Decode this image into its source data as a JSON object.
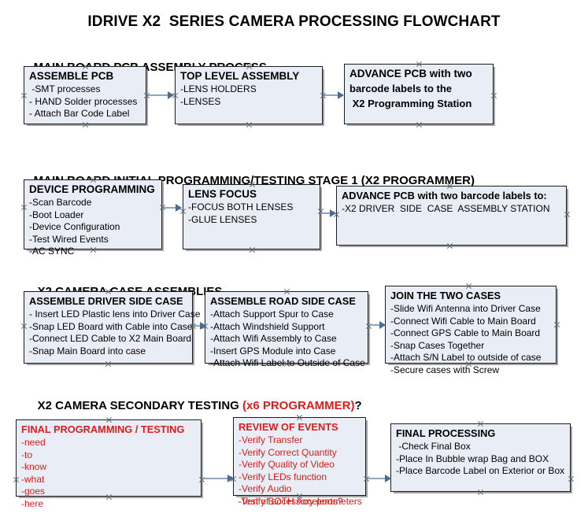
{
  "document": {
    "title": "IDRIVE X2  SERIES CAMERA PROCESSING FLOWCHART"
  },
  "colors": {
    "box_fill": "#e9edf6",
    "box_border": "#1c1c1c",
    "arrow": "#8fa7be",
    "arrow_head": "#4a6c93",
    "accent_red": "#e01b1b",
    "text": "#000000",
    "background": "#ffffff"
  },
  "sections": [
    {
      "heading": "MAIN BOARD PCB ASSEMBLY PROCESS",
      "heading_accent": "",
      "heading_suffix": "",
      "boxes": [
        {
          "title": "ASSEMBLE PCB",
          "lines": [
            " -SMT processes",
            "- HAND Solder processes",
            "- Attach Bar Code Label"
          ]
        },
        {
          "title": "TOP LEVEL ASSEMBLY",
          "lines": [
            "-LENS HOLDERS",
            "-LENSES"
          ]
        },
        {
          "title": "ADVANCE PCB with two",
          "lines": [
            "barcode labels to the",
            " X2 Programming Station"
          ]
        }
      ]
    },
    {
      "heading": "MAIN BOARD INITIAL PROGRAMMING/TESTING STAGE 1 (X2 PROGRAMMER)",
      "heading_accent": "",
      "heading_suffix": "",
      "boxes": [
        {
          "title": "DEVICE PROGRAMMING",
          "lines": [
            "-Scan Barcode",
            "-Boot Loader",
            "-Device Configuration",
            "-Test Wired Events",
            "-AC SYNC"
          ]
        },
        {
          "title": "LENS FOCUS",
          "lines": [
            "-FOCUS BOTH LENSES",
            "-GLUE LENSES"
          ]
        },
        {
          "title": "ADVANCE PCB with two barcode labels to:",
          "lines": [
            "-X2 DRIVER  SIDE  CASE  ASSEMBLY STATION"
          ]
        }
      ]
    },
    {
      "heading": "X2 CAMERA CASE ASSEMBLIES",
      "heading_accent": "",
      "heading_suffix": "",
      "boxes": [
        {
          "title": "ASSEMBLE DRIVER SIDE CASE",
          "lines": [
            "- Insert LED Plastic lens into Driver Case",
            "-Snap LED Board with Cable into Case",
            "-Connect LED Cable to X2 Main Board",
            "-Snap Main Board into case"
          ]
        },
        {
          "title": "ASSEMBLE ROAD SIDE CASE",
          "lines": [
            "-Attach Support Spur to Case",
            "-Attach Windshield Support",
            "-Attach Wifi Assembly to Case",
            "-Insert GPS Module into Case",
            "-Attach Wifi Label to Outside of Case"
          ]
        },
        {
          "title": "JOIN THE TWO CASES",
          "lines": [
            "-Slide Wifi Antenna into Driver Case",
            "-Connect Wifi Cable to Main Board",
            "-Connect GPS Cable to Main Board",
            "-Snap Cases Together",
            "-Attach S/N Label to outside of case",
            "-Secure cases with Screw"
          ]
        }
      ]
    },
    {
      "heading": "X2 CAMERA SECONDARY TESTING ",
      "heading_accent": "(x6 PROGRAMMER)",
      "heading_suffix": "?",
      "boxes": [
        {
          "title": "FINAL PROGRAMMING / TESTING",
          "lines": [
            "-need",
            "-to",
            "-know",
            "-what",
            "-goes",
            "-here"
          ]
        },
        {
          "title": "REVIEW OF EVENTS",
          "lines": [
            "-Verify Transfer",
            "-Verify Correct Quantity",
            "-Verify Quality of Video",
            "-Verify LEDs function",
            "-Verify Audio",
            "-Verify BOTH Accelerometers"
          ],
          "overflow_line": "-Test of accessory ports?"
        },
        {
          "title": "FINAL PROCESSING",
          "lines": [
            " -Check Final Box",
            "-Place In Bubble wrap Bag and BOX",
            "-Place Barcode Label on Exterior or Box"
          ]
        }
      ]
    }
  ]
}
